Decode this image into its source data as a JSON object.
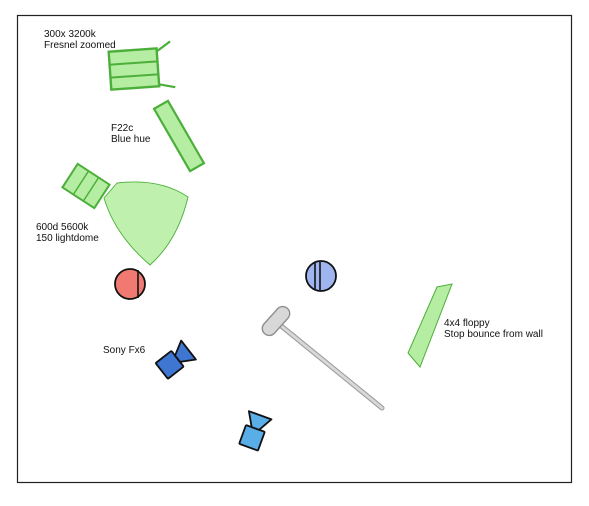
{
  "labels": {
    "fresnel_line1": "300x 3200k",
    "fresnel_line2": "Fresnel zoomed",
    "tube_line1": "F22c",
    "tube_line2": "Blue hue",
    "lightdome_line1": "600d 5600k",
    "lightdome_line2": "150 lightdome",
    "camera": "Sony Fx6",
    "floppy_line1": "4x4 floppy",
    "floppy_line2": "Stop bounce from wall"
  },
  "colors": {
    "light_fill": "#b5eda3",
    "light_stroke": "#4caf3a",
    "light_beam": "#bff0ae",
    "red_actor": "#f07a72",
    "blue_actor": "#9fb5f0",
    "camera_dark": "#3f76d1",
    "camera_light": "#5aaee8",
    "boom": "#d8d8d8"
  },
  "icons": {
    "fresnel": "fresnel-light-icon",
    "tube": "tube-light-icon",
    "softbox": "softbox-light-icon",
    "red_actor": "actor-icon",
    "blue_actor": "actor-icon",
    "boom": "boom-microphone-icon",
    "camera_main": "camera-icon",
    "camera_second": "camera-icon",
    "floppy": "floppy-flag-icon"
  }
}
